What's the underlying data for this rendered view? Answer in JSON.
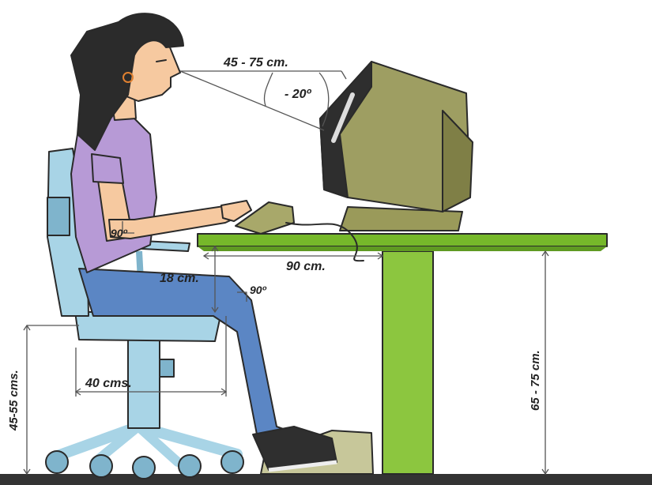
{
  "labels": {
    "eye_distance": "45 - 75 cm.",
    "view_angle": "- 20º",
    "elbow_angle": "90º",
    "knee_angle": "90º",
    "thigh_clearance": "18 cm.",
    "desk_depth": "90 cm.",
    "seat_depth": "40 cms.",
    "seat_height": "45-55 cms.",
    "desk_height": "65 - 75 cm."
  },
  "colors": {
    "desk": "#76b82a",
    "desk_leg": "#8cc63f",
    "chair": "#a8d4e6",
    "shirt": "#b79ad6",
    "jeans": "#5b86c4",
    "skin": "#f6c9a0",
    "hair": "#2b2b2b",
    "monitor": "#9a9a5a",
    "floor": "#333333"
  }
}
